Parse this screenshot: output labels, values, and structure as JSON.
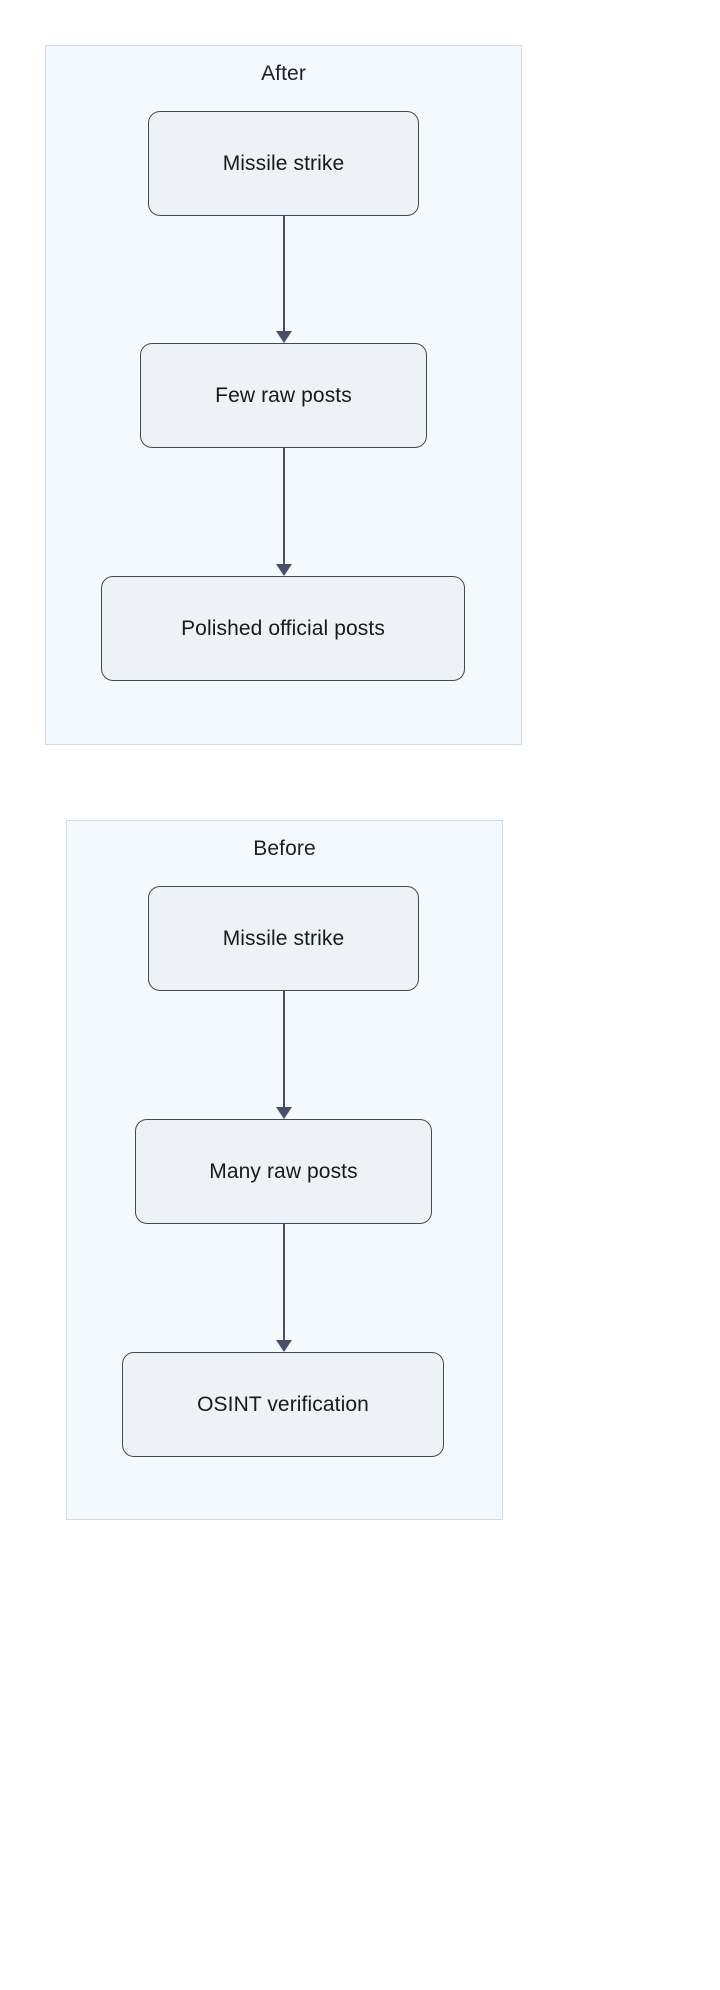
{
  "diagram": {
    "type": "flowchart",
    "direction": "top-down",
    "background": "#ffffff",
    "palette": {
      "subgraph_fill": "#f4f9fd",
      "subgraph_border": "#d3dce6",
      "node_fill": "#eef1f6",
      "node_border": "#414a5b",
      "edge_color": "#475067",
      "text_color": "#141a23"
    },
    "subgraphs": [
      {
        "id": "after",
        "title": "After",
        "nodes": [
          {
            "id": "after-missile-strike",
            "label": "Missile strike"
          },
          {
            "id": "after-few-raw-posts",
            "label": "Few raw posts"
          },
          {
            "id": "after-polished-official-posts",
            "label": "Polished official posts"
          }
        ],
        "edges": [
          {
            "from": "after-missile-strike",
            "to": "after-few-raw-posts",
            "label": ""
          },
          {
            "from": "after-few-raw-posts",
            "to": "after-polished-official-posts",
            "label": ""
          }
        ]
      },
      {
        "id": "before",
        "title": "Before",
        "nodes": [
          {
            "id": "before-missile-strike",
            "label": "Missile strike"
          },
          {
            "id": "before-many-raw-posts",
            "label": "Many raw posts"
          },
          {
            "id": "before-osint-verification",
            "label": "OSINT verification"
          }
        ],
        "edges": [
          {
            "from": "before-missile-strike",
            "to": "before-many-raw-posts",
            "label": ""
          },
          {
            "from": "before-many-raw-posts",
            "to": "before-osint-verification",
            "label": ""
          }
        ]
      }
    ]
  }
}
